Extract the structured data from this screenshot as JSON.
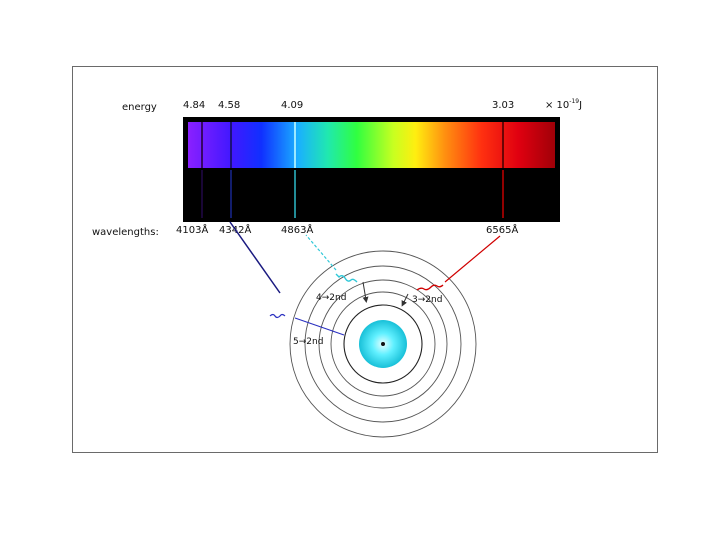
{
  "energy_label": "energy",
  "energy_values": [
    "4.84",
    "4.58",
    "4.09",
    "3.03"
  ],
  "energy_unit": "× 10",
  "energy_unit_exp": "-19",
  "energy_unit_suffix": "J",
  "wavelength_label": "wavelengths:",
  "wavelength_values": [
    "4103Å",
    "4342Å",
    "4863Å",
    "6565Å"
  ],
  "transitions": [
    "4→2nd",
    "3→2nd",
    "5→2nd"
  ],
  "colors": {
    "line_red": "#d00000",
    "line_cyan": "#30c8d8",
    "line_blue": "#2a30c0",
    "line_violet": "#1a1a80",
    "nucleus_glow": "#32e0f0",
    "frame": "#6a6a6a"
  }
}
